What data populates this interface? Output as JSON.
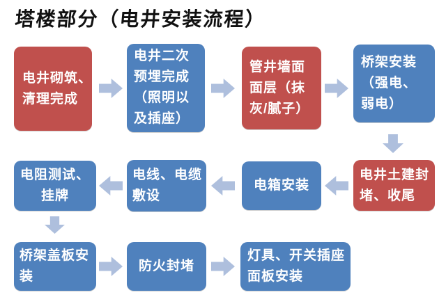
{
  "title": "塔楼部分（电井安装流程）",
  "colors": {
    "red": "#c0504d",
    "blue": "#4f81bd",
    "arrow": "#aebfdd",
    "text": "#ffffff",
    "title_text": "#111111",
    "background": "#ffffff"
  },
  "nodes": [
    {
      "step": 1,
      "text": "电井砌筑、\n清理完成",
      "color": "red"
    },
    {
      "step": 2,
      "text": "电井二次\n预埋完成\n（照明以\n及插座）",
      "color": "blue"
    },
    {
      "step": 3,
      "text": "管井墙面\n面层（抹\n灰/腻子）",
      "color": "red"
    },
    {
      "step": 4,
      "text": "桥架安装\n（强电、\n弱电）",
      "color": "blue"
    },
    {
      "step": 5,
      "text": "电井土建封\n堵、收尾",
      "color": "red"
    },
    {
      "step": 6,
      "text": "电箱安装",
      "color": "blue"
    },
    {
      "step": 7,
      "text": "电线、电缆\n敷设",
      "color": "blue"
    },
    {
      "step": 8,
      "text": "电阻测试、\n挂牌",
      "color": "blue"
    },
    {
      "step": 9,
      "text": "桥架盖板安\n装",
      "color": "blue"
    },
    {
      "step": 10,
      "text": "防火封堵",
      "color": "blue"
    },
    {
      "step": 11,
      "text": "灯具、开关插座\n面板安装",
      "color": "blue"
    }
  ],
  "connectors": [
    {
      "from": 1,
      "to": 2,
      "direction": "right"
    },
    {
      "from": 2,
      "to": 3,
      "direction": "right"
    },
    {
      "from": 3,
      "to": 4,
      "direction": "right"
    },
    {
      "from": 4,
      "to": 5,
      "direction": "down"
    },
    {
      "from": 5,
      "to": 6,
      "direction": "left"
    },
    {
      "from": 6,
      "to": 7,
      "direction": "left"
    },
    {
      "from": 7,
      "to": 8,
      "direction": "left"
    },
    {
      "from": 8,
      "to": 9,
      "direction": "down"
    },
    {
      "from": 9,
      "to": 10,
      "direction": "right"
    },
    {
      "from": 10,
      "to": 11,
      "direction": "right"
    }
  ]
}
